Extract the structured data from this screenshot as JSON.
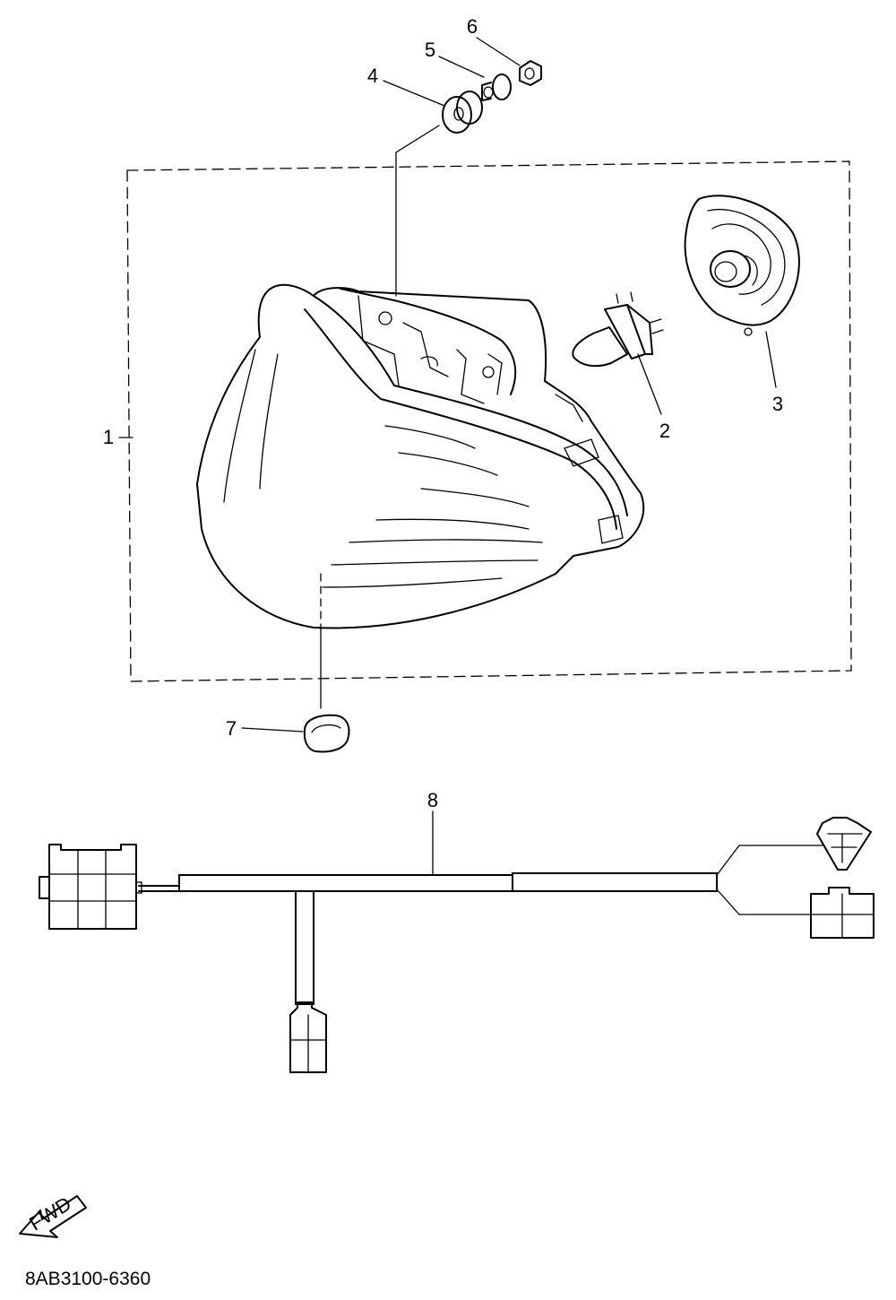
{
  "callouts": [
    {
      "id": "1",
      "text": "1"
    },
    {
      "id": "2",
      "text": "2"
    },
    {
      "id": "3",
      "text": "3"
    },
    {
      "id": "4",
      "text": "4"
    },
    {
      "id": "5",
      "text": "5"
    },
    {
      "id": "6",
      "text": "6"
    },
    {
      "id": "7",
      "text": "7"
    },
    {
      "id": "8",
      "text": "8"
    }
  ],
  "fwd_arrow": {
    "text": "FWD"
  },
  "figure_code": "8AB3100-6360",
  "colors": {
    "ink": "#000000",
    "paper": "#ffffff"
  }
}
